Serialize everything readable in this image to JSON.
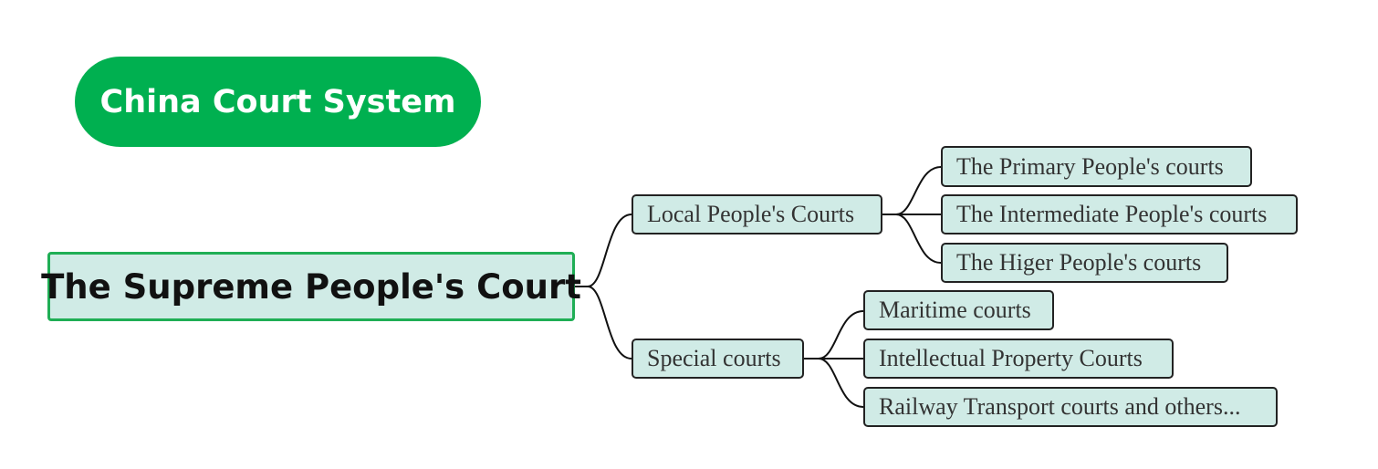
{
  "title": "China Court System",
  "root": {
    "label": "The Supreme People's Court"
  },
  "branches": [
    {
      "label": "Local People's Courts",
      "children": [
        "The Primary People's courts",
        "The Intermediate People's courts",
        "The Higer People's courts"
      ]
    },
    {
      "label": "Special courts",
      "children": [
        "Maritime courts",
        "Intellectual Property Courts",
        "Railway Transport courts and others..."
      ]
    }
  ],
  "colors": {
    "title_fill": "#00b050",
    "node_fill": "#d0ebe6",
    "root_border": "#1fae55",
    "connector": "#111111"
  }
}
